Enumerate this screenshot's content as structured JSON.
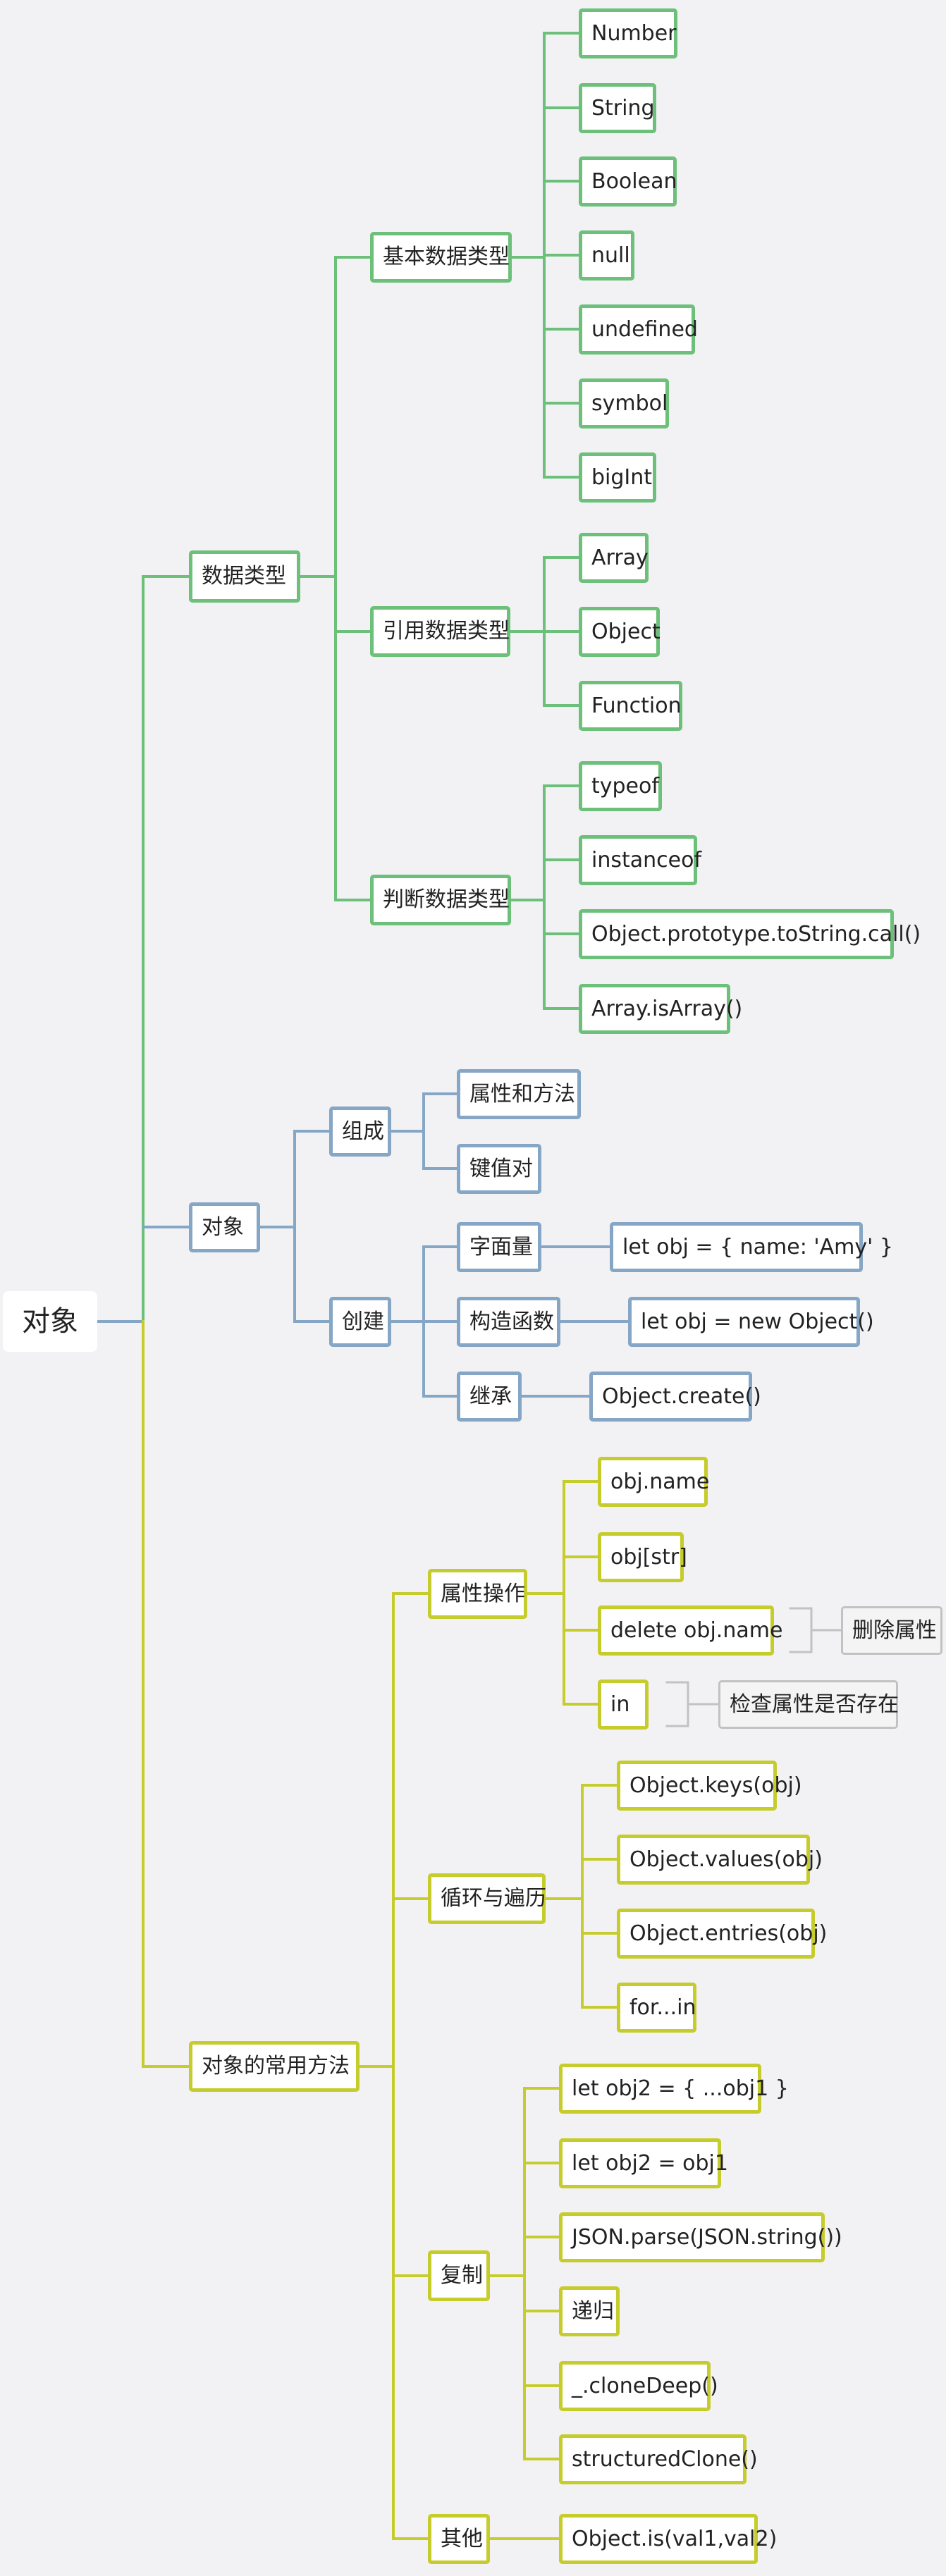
{
  "colors": {
    "background": "#f2f2f4",
    "green": "#6cc07a",
    "blue": "#86a6c6",
    "yellow": "#c6cc2c",
    "gray": "#c2c2c2"
  },
  "root": {
    "label": "对象"
  },
  "branches": {
    "data_types": {
      "label": "数据类型",
      "primitive": {
        "label": "基本数据类型",
        "items": [
          "Number",
          "String",
          "Boolean",
          "null",
          "undefined",
          "symbol",
          "bigInt"
        ]
      },
      "reference": {
        "label": "引用数据类型",
        "items": [
          "Array",
          "Object",
          "Function"
        ]
      },
      "check": {
        "label": "判断数据类型",
        "items": [
          "typeof",
          "instanceof",
          "Object.prototype.toString.call()",
          "Array.isArray()"
        ]
      }
    },
    "object": {
      "label": "对象",
      "composition": {
        "label": "组成",
        "items": [
          "属性和方法",
          "键值对"
        ]
      },
      "create": {
        "label": "创建",
        "literal": {
          "label": "字面量",
          "example": "let obj = { name: 'Amy' }"
        },
        "constructor": {
          "label": "构造函数",
          "example": "let obj = new Object()"
        },
        "inherit": {
          "label": "继承",
          "example": "Object.create()"
        }
      }
    },
    "methods": {
      "label": "对象的常用方法",
      "property_ops": {
        "label": "属性操作",
        "items": [
          "obj.name",
          "obj[str]",
          "delete obj.name",
          "in"
        ],
        "notes": [
          "删除属性",
          "检查属性是否存在"
        ]
      },
      "loop": {
        "label": "循环与遍历",
        "items": [
          "Object.keys(obj)",
          "Object.values(obj)",
          "Object.entries(obj)",
          "for...in"
        ]
      },
      "copy": {
        "label": "复制",
        "items": [
          "let obj2 = { ...obj1 }",
          "let obj2 = obj1",
          "JSON.parse(JSON.string())",
          "递归",
          "_.cloneDeep()",
          "structuredClone()"
        ]
      },
      "other": {
        "label": "其他",
        "items": [
          "Object.is(val1,val2)"
        ]
      }
    }
  }
}
